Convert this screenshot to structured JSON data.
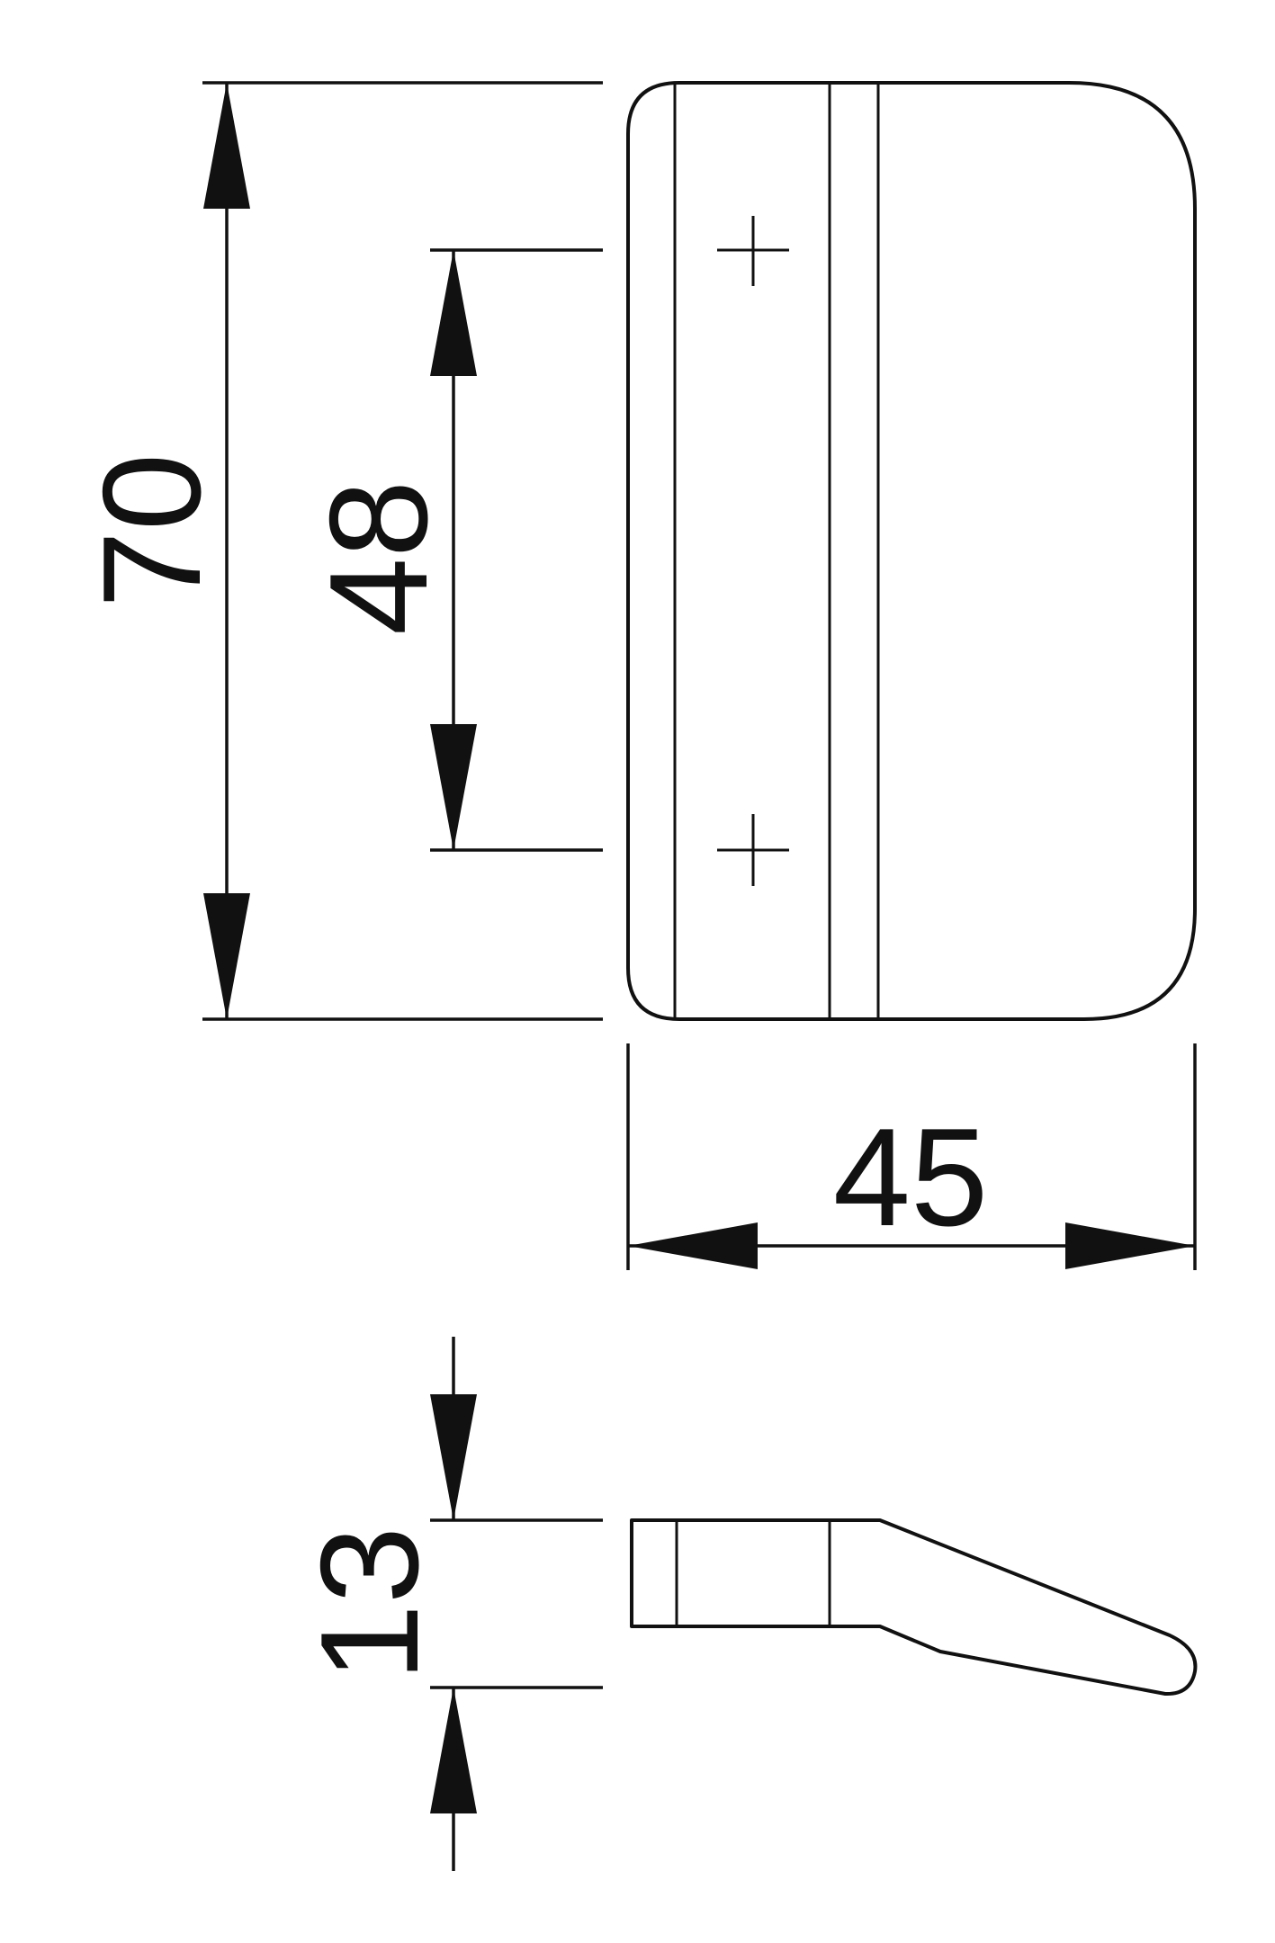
{
  "dimensions": {
    "height_total": "70",
    "hole_spacing": "48",
    "width": "45",
    "thickness": "13"
  },
  "colors": {
    "line": "#111111",
    "background": "#ffffff"
  }
}
